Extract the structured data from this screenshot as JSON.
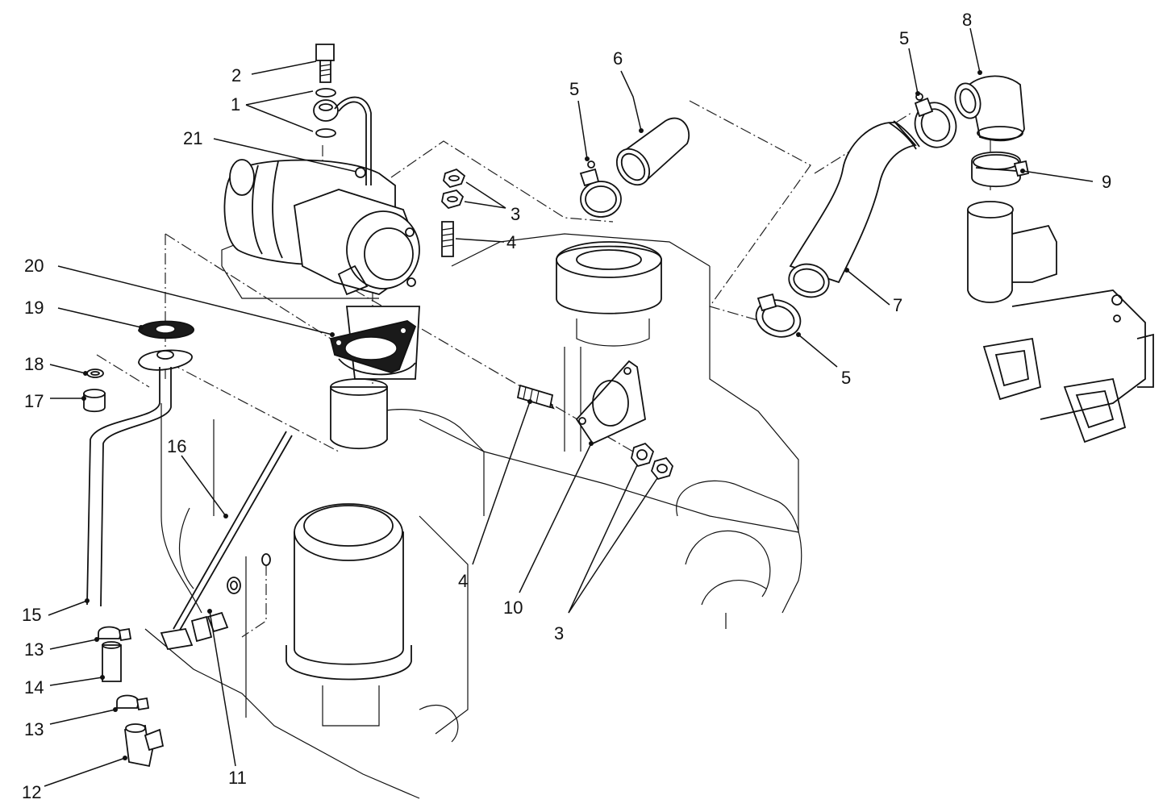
{
  "callouts": [
    {
      "id": "c1",
      "label": "1"
    },
    {
      "id": "c2",
      "label": "2"
    },
    {
      "id": "c3a",
      "label": "3"
    },
    {
      "id": "c3b",
      "label": "3"
    },
    {
      "id": "c4a",
      "label": "4"
    },
    {
      "id": "c4b",
      "label": "4"
    },
    {
      "id": "c5a",
      "label": "5"
    },
    {
      "id": "c5b",
      "label": "5"
    },
    {
      "id": "c5c",
      "label": "5"
    },
    {
      "id": "c6",
      "label": "6"
    },
    {
      "id": "c7",
      "label": "7"
    },
    {
      "id": "c8",
      "label": "8"
    },
    {
      "id": "c9",
      "label": "9"
    },
    {
      "id": "c10",
      "label": "10"
    },
    {
      "id": "c11",
      "label": "11"
    },
    {
      "id": "c12",
      "label": "12"
    },
    {
      "id": "c13a",
      "label": "13"
    },
    {
      "id": "c13b",
      "label": "13"
    },
    {
      "id": "c14",
      "label": "14"
    },
    {
      "id": "c15",
      "label": "15"
    },
    {
      "id": "c16",
      "label": "16"
    },
    {
      "id": "c17",
      "label": "17"
    },
    {
      "id": "c18",
      "label": "18"
    },
    {
      "id": "c19",
      "label": "19"
    },
    {
      "id": "c20",
      "label": "20"
    },
    {
      "id": "c21",
      "label": "21"
    }
  ],
  "colors": {
    "ink": "#111111",
    "paper": "#ffffff"
  }
}
